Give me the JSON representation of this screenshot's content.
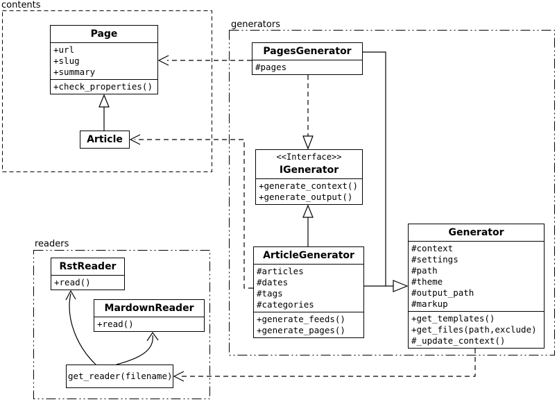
{
  "diagram": {
    "packages": {
      "contents": {
        "label": "contents"
      },
      "generators": {
        "label": "generators"
      },
      "readers": {
        "label": "readers"
      }
    },
    "classes": {
      "page": {
        "name": "Page",
        "attributes": [
          "+url",
          "+slug",
          "+summary"
        ],
        "methods": [
          "+check_properties()"
        ]
      },
      "article": {
        "name": "Article"
      },
      "pages_generator": {
        "name": "PagesGenerator",
        "attributes": [
          "#pages"
        ]
      },
      "igenerator": {
        "stereotype": "<<Interface>>",
        "name": "IGenerator",
        "methods": [
          "+generate_context()",
          "+generate_output()"
        ]
      },
      "article_generator": {
        "name": "ArticleGenerator",
        "attributes": [
          "#articles",
          "#dates",
          "#tags",
          "#categories"
        ],
        "methods": [
          "+generate_feeds()",
          "+generate_pages()"
        ]
      },
      "generator": {
        "name": "Generator",
        "attributes": [
          "#context",
          "#settings",
          "#path",
          "#theme",
          "#output_path",
          "#markup"
        ],
        "methods": [
          "+get_templates()",
          "+get_files(path,exclude)",
          "#_update_context()"
        ]
      },
      "rst_reader": {
        "name": "RstReader",
        "methods": [
          "+read()"
        ]
      },
      "markdown_reader": {
        "name": "MardownReader",
        "methods": [
          "+read()"
        ]
      },
      "get_reader": {
        "name": "get_reader(filename)"
      }
    },
    "colors": {
      "line": "#000000",
      "background": "#ffffff"
    }
  }
}
